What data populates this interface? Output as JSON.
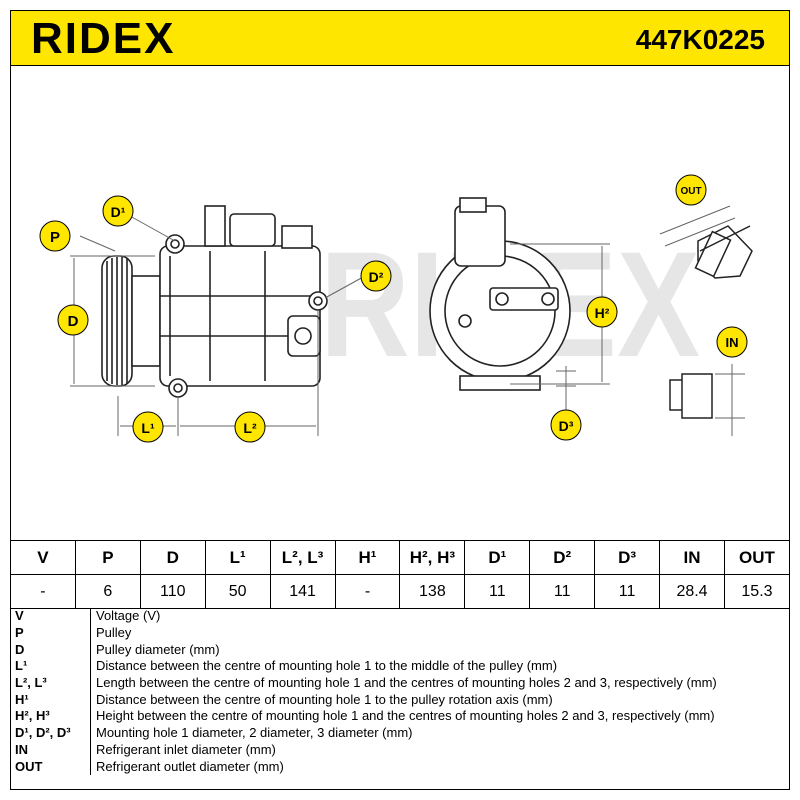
{
  "header": {
    "brand": "RIDEX",
    "part_number": "447K0225"
  },
  "drawing": {
    "watermark": "RIDEX",
    "callouts": [
      "P",
      "D¹",
      "D²",
      "D",
      "L¹",
      "L²",
      "H²",
      "D³",
      "OUT",
      "IN"
    ]
  },
  "specs": {
    "headers": [
      "V",
      "P",
      "D",
      "L¹",
      "L², L³",
      "H¹",
      "H², H³",
      "D¹",
      "D²",
      "D³",
      "IN",
      "OUT"
    ],
    "values": [
      "-",
      "6",
      "110",
      "50",
      "141",
      "-",
      "138",
      "11",
      "11",
      "11",
      "28.4",
      "15.3"
    ]
  },
  "legend": [
    {
      "code": "V",
      "text": "Voltage (V)"
    },
    {
      "code": "P",
      "text": "Pulley"
    },
    {
      "code": "D",
      "text": "Pulley diameter (mm)"
    },
    {
      "code": "L¹",
      "text": "Distance between the centre of mounting hole 1 to the middle of the pulley (mm)"
    },
    {
      "code": "L², L³",
      "text": "Length between the centre of mounting hole 1 and the centres of mounting holes 2 and 3, respectively (mm)"
    },
    {
      "code": "H¹",
      "text": "Distance between the centre of mounting hole 1 to the pulley rotation axis (mm)"
    },
    {
      "code": "H², H³",
      "text": "Height between the centre of mounting hole 1 and the centres of mounting holes 2 and 3, respectively (mm)"
    },
    {
      "code": "D¹, D², D³",
      "text": "Mounting hole 1 diameter, 2 diameter, 3 diameter (mm)"
    },
    {
      "code": "IN",
      "text": "Refrigerant inlet diameter (mm)"
    },
    {
      "code": "OUT",
      "text": "Refrigerant outlet diameter (mm)"
    }
  ]
}
